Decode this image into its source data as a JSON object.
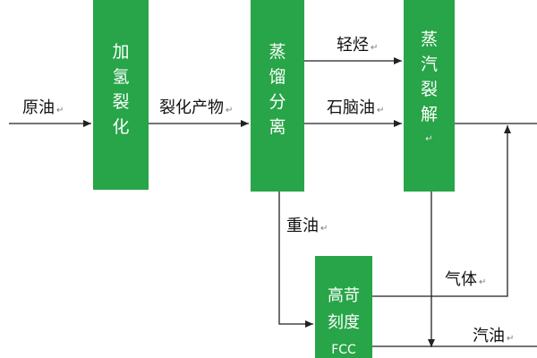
{
  "colors": {
    "box_fill": "#27a548",
    "box_text": "#ffffff",
    "line": "#222222"
  },
  "paragraph_mark": "↵",
  "inputs": {
    "crude_oil": "原油"
  },
  "boxes": {
    "hydrocracking": [
      "加",
      "氢",
      "裂",
      "化"
    ],
    "distillation": [
      "蒸",
      "馏",
      "分",
      "离"
    ],
    "steam_cracking": [
      "蒸",
      "汽",
      "裂",
      "解"
    ],
    "fcc": [
      "高苛",
      "刻度",
      "FCC"
    ]
  },
  "streams": {
    "cracked_products": "裂化产物",
    "light_hydrocarbons": "轻烃",
    "naphtha": "石脑油",
    "heavy_oil": "重油",
    "gas": "气体",
    "gasoline": "汽油"
  }
}
